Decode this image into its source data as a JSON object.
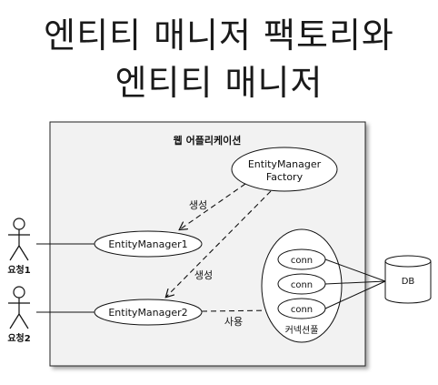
{
  "slide": {
    "title_line1": "엔티티 매니저 팩토리와",
    "title_line2": "엔티티 매니저"
  },
  "diagram": {
    "container_label": "웹 어플리케이션",
    "factory_label_line1": "EntityManager",
    "factory_label_line2": "Factory",
    "em1_label": "EntityManager1",
    "em2_label": "EntityManager2",
    "create_label_1": "생성",
    "create_label_2": "생성",
    "use_label": "사용",
    "conn_labels": [
      "conn",
      "conn",
      "conn"
    ],
    "pool_label": "커넥션풀",
    "db_label": "DB",
    "actor1_label": "요청1",
    "actor2_label": "요청2"
  }
}
